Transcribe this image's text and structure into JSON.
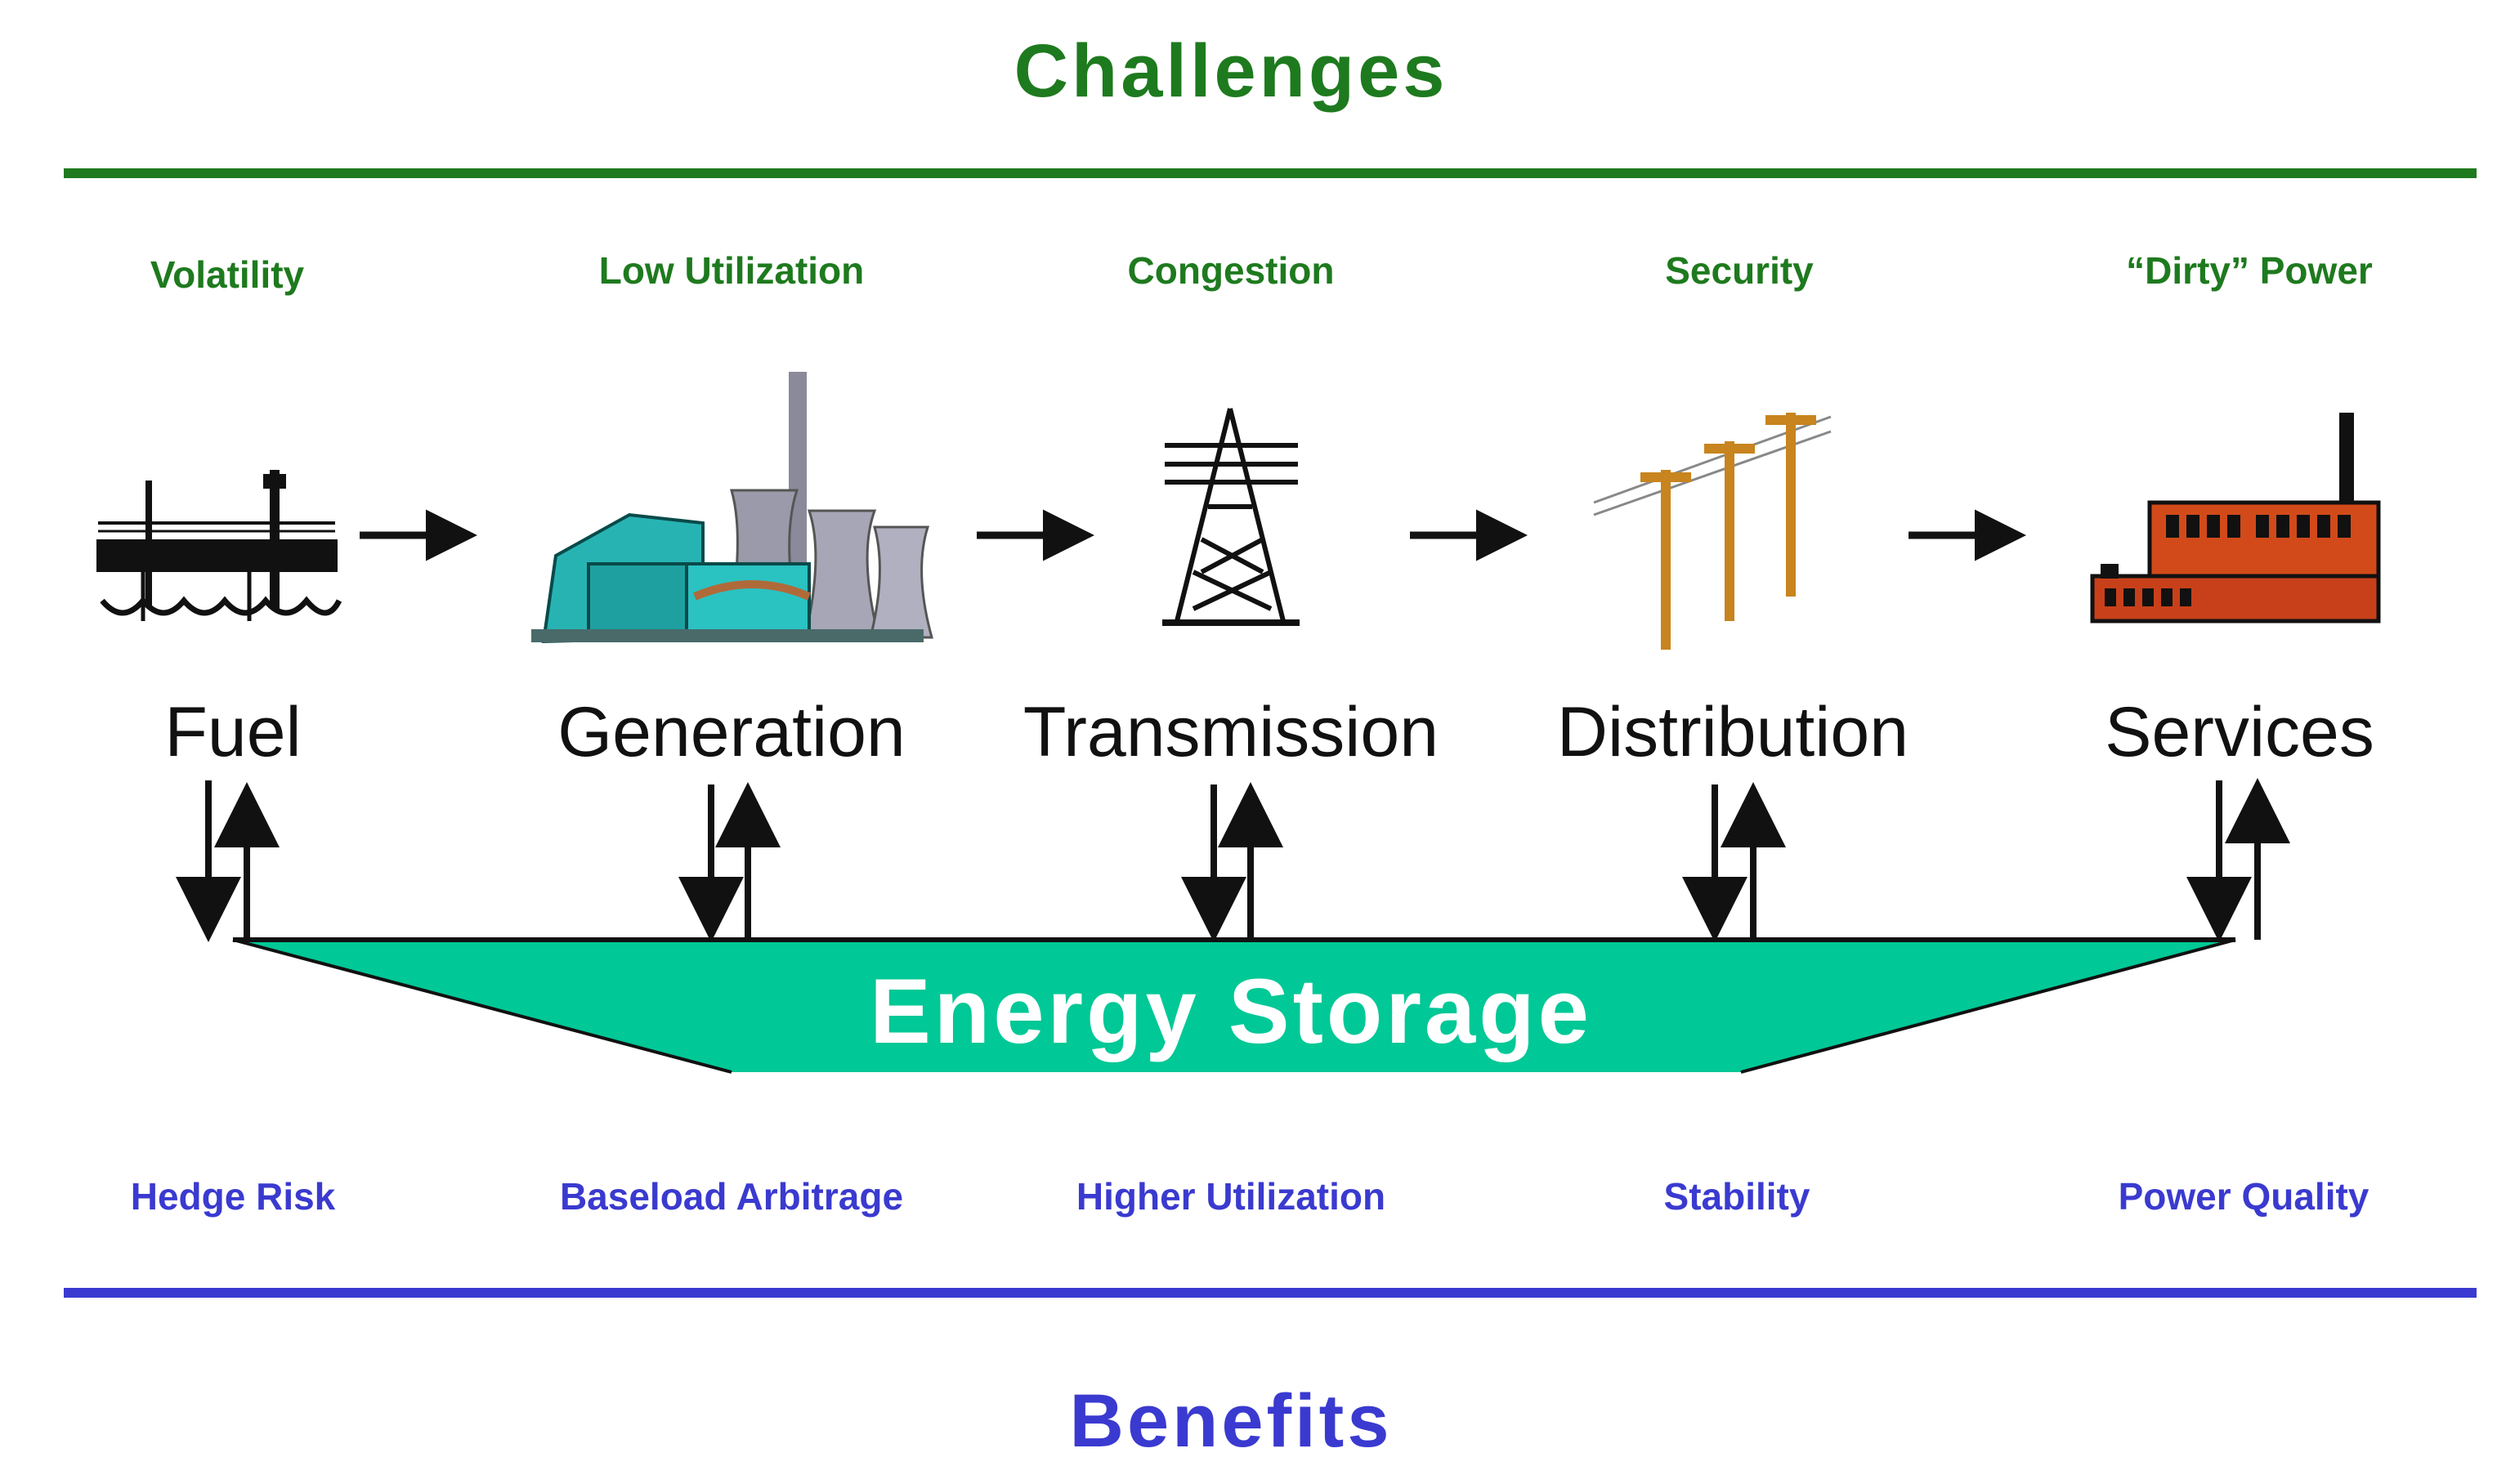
{
  "title": "Challenges",
  "footer": "Benefits",
  "storage_label": "Energy Storage",
  "colors": {
    "challenge": "#1e7a1e",
    "benefit": "#3a3ad0",
    "storage_fill": "#00c896",
    "text": "#111111"
  },
  "stages": [
    {
      "name": "Fuel",
      "challenge": "Volatility",
      "benefit": "Hedge Risk",
      "icon": "fuel-icon"
    },
    {
      "name": "Generation",
      "challenge": "Low Utilization",
      "benefit": "Baseload Arbitrage",
      "icon": "power-plant-icon"
    },
    {
      "name": "Transmission",
      "challenge": "Congestion",
      "benefit": "Higher Utilization",
      "icon": "transmission-tower-icon"
    },
    {
      "name": "Distribution",
      "challenge": "Security",
      "benefit": "Stability",
      "icon": "utility-pole-icon"
    },
    {
      "name": "Services",
      "challenge": "“Dirty” Power",
      "benefit": "Power Quality",
      "icon": "factory-icon"
    }
  ]
}
